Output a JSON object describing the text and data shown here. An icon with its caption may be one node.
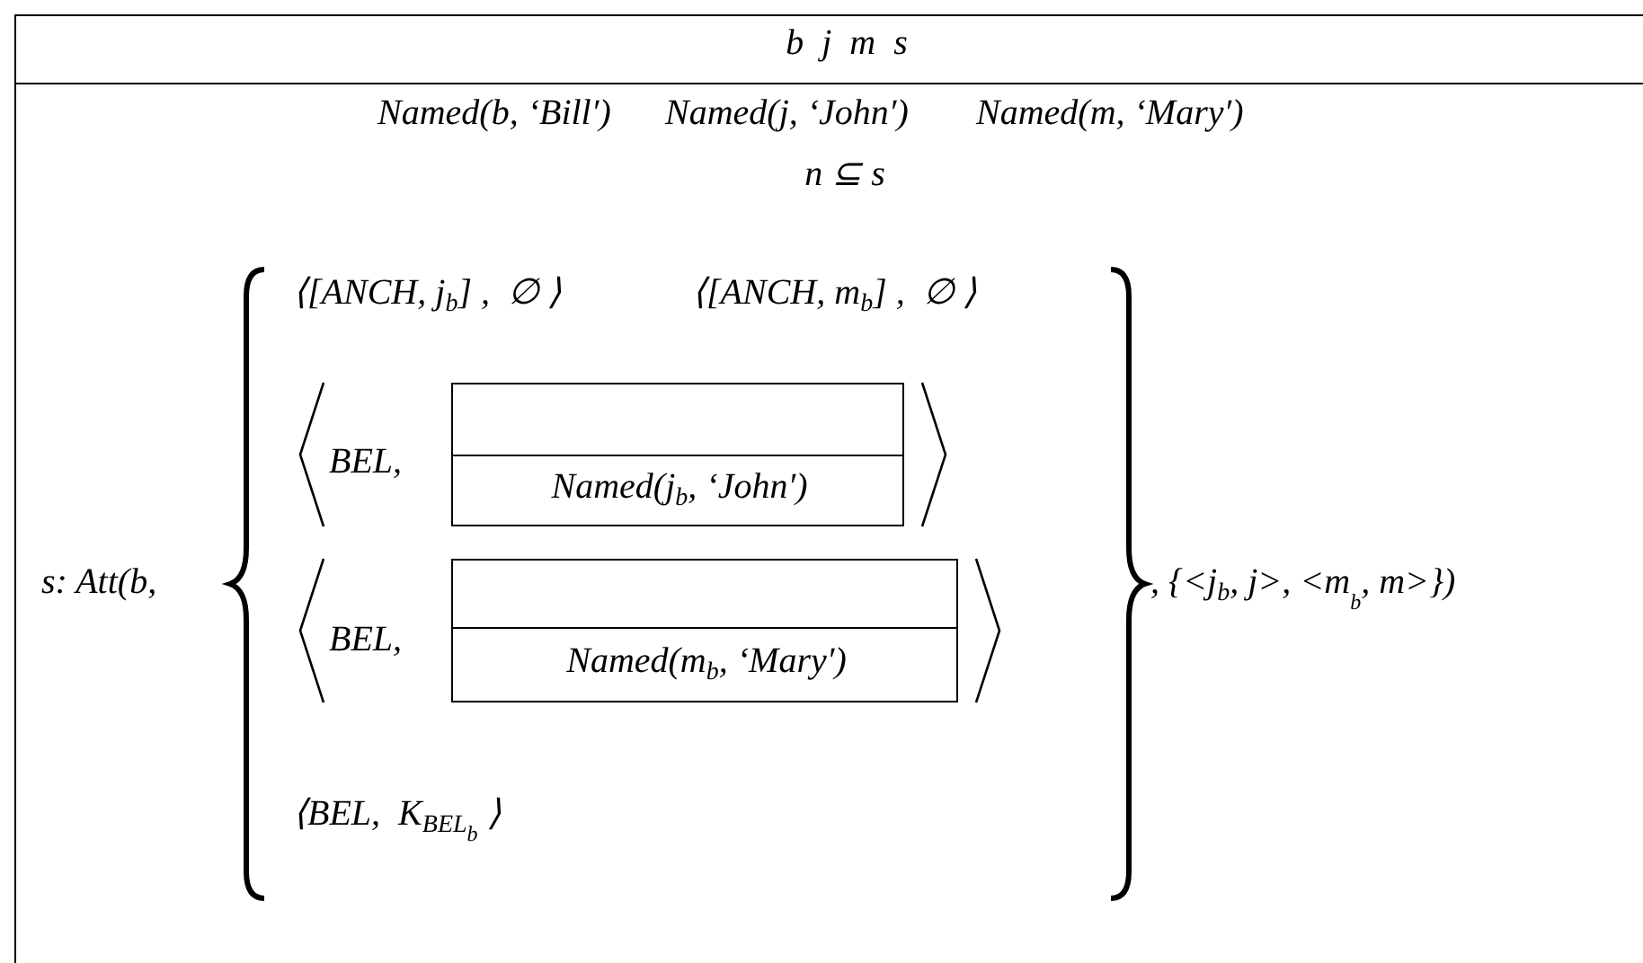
{
  "diagram": {
    "nodes": [
      {
        "text": [
          "b  j  m  s"
        ]
      },
      {
        "text": [
          "Named(j$_{b}$, ‘John′)"
        ],
        "in": 0
      },
      {
        "text": [
          "Named(m$_{b}$, ‘Mary′)"
        ],
        "in": 0
      }
    ],
    "labels": [
      "Named(b, ‘Bill′)",
      "Named(j, ‘John′)",
      "Named(m, ‘Mary′)",
      "n ⊆ s",
      "⟨[ANCH, j$_{b}$] ,  ∅ ⟩",
      "⟨[ANCH, m$_{b}$] ,  ∅ ⟩",
      "BEL,",
      "s: Att(b,",
      ", {<j$_{b}$, j>, <m$_{b}$, m>})",
      "BEL,",
      "⟨BEL,  K$_{BEL}$$_{b}$ ⟩"
    ]
  }
}
